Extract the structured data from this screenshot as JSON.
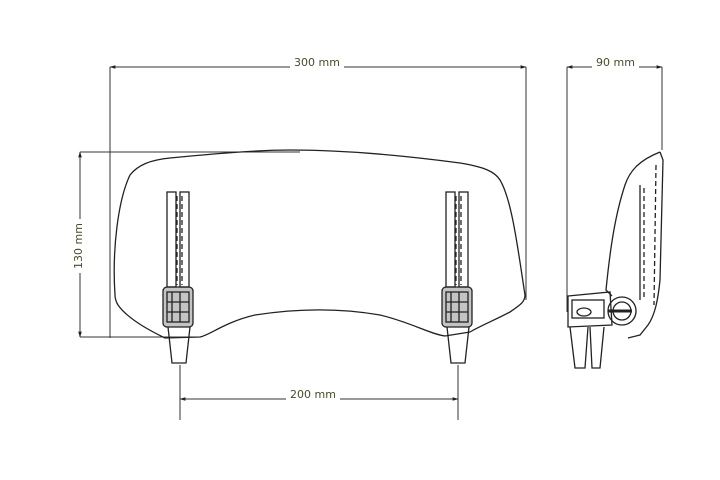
{
  "diagram": {
    "type": "technical-drawing",
    "subject": "adjustable windscreen spoiler",
    "views": [
      "front-view",
      "side-view"
    ],
    "line_color": "#222222",
    "label_color": "#4a4a2a"
  },
  "dimensions": {
    "width": {
      "label": "300 mm",
      "value": 300,
      "unit": "mm"
    },
    "depth": {
      "label": "90 mm",
      "value": 90,
      "unit": "mm"
    },
    "height": {
      "label": "130 mm",
      "value": 130,
      "unit": "mm"
    },
    "mount_spacing": {
      "label": "200 mm",
      "value": 200,
      "unit": "mm"
    }
  }
}
